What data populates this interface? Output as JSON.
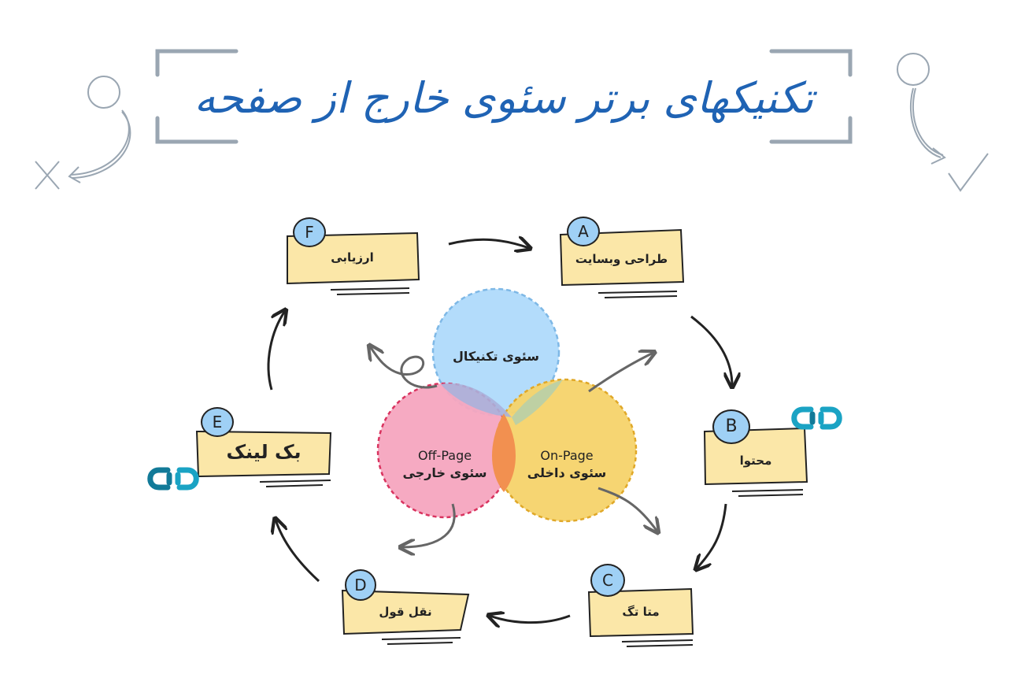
{
  "title": "تکنیکهای برتر سئوی خارج از صفحه",
  "colors": {
    "title": "#1f63b4",
    "note_fill": "#fbe7a8",
    "letter_fill": "#9fd0f5",
    "circle_technical": "#b3dcfb",
    "circle_offpage": "#f5a5bf",
    "circle_onpage": "#f6d36a",
    "overlap": "#f29050",
    "link_icon": "#1aa3c4"
  },
  "steps": [
    {
      "letter": "A",
      "label": "طراحی وبسایت"
    },
    {
      "letter": "B",
      "label": "محتوا"
    },
    {
      "letter": "C",
      "label": "متا تگ"
    },
    {
      "letter": "D",
      "label": "نقل قول"
    },
    {
      "letter": "E",
      "label": "بک لینک"
    },
    {
      "letter": "F",
      "label": "ارزیابی"
    }
  ],
  "venn": {
    "technical": "سئوی تکنیکال",
    "offpage_en": "Off-Page",
    "offpage_fa": "سئوی خارجی",
    "onpage_en": "On-Page",
    "onpage_fa": "سئوی داخلی"
  },
  "icons": [
    "link-icon",
    "link-icon"
  ]
}
